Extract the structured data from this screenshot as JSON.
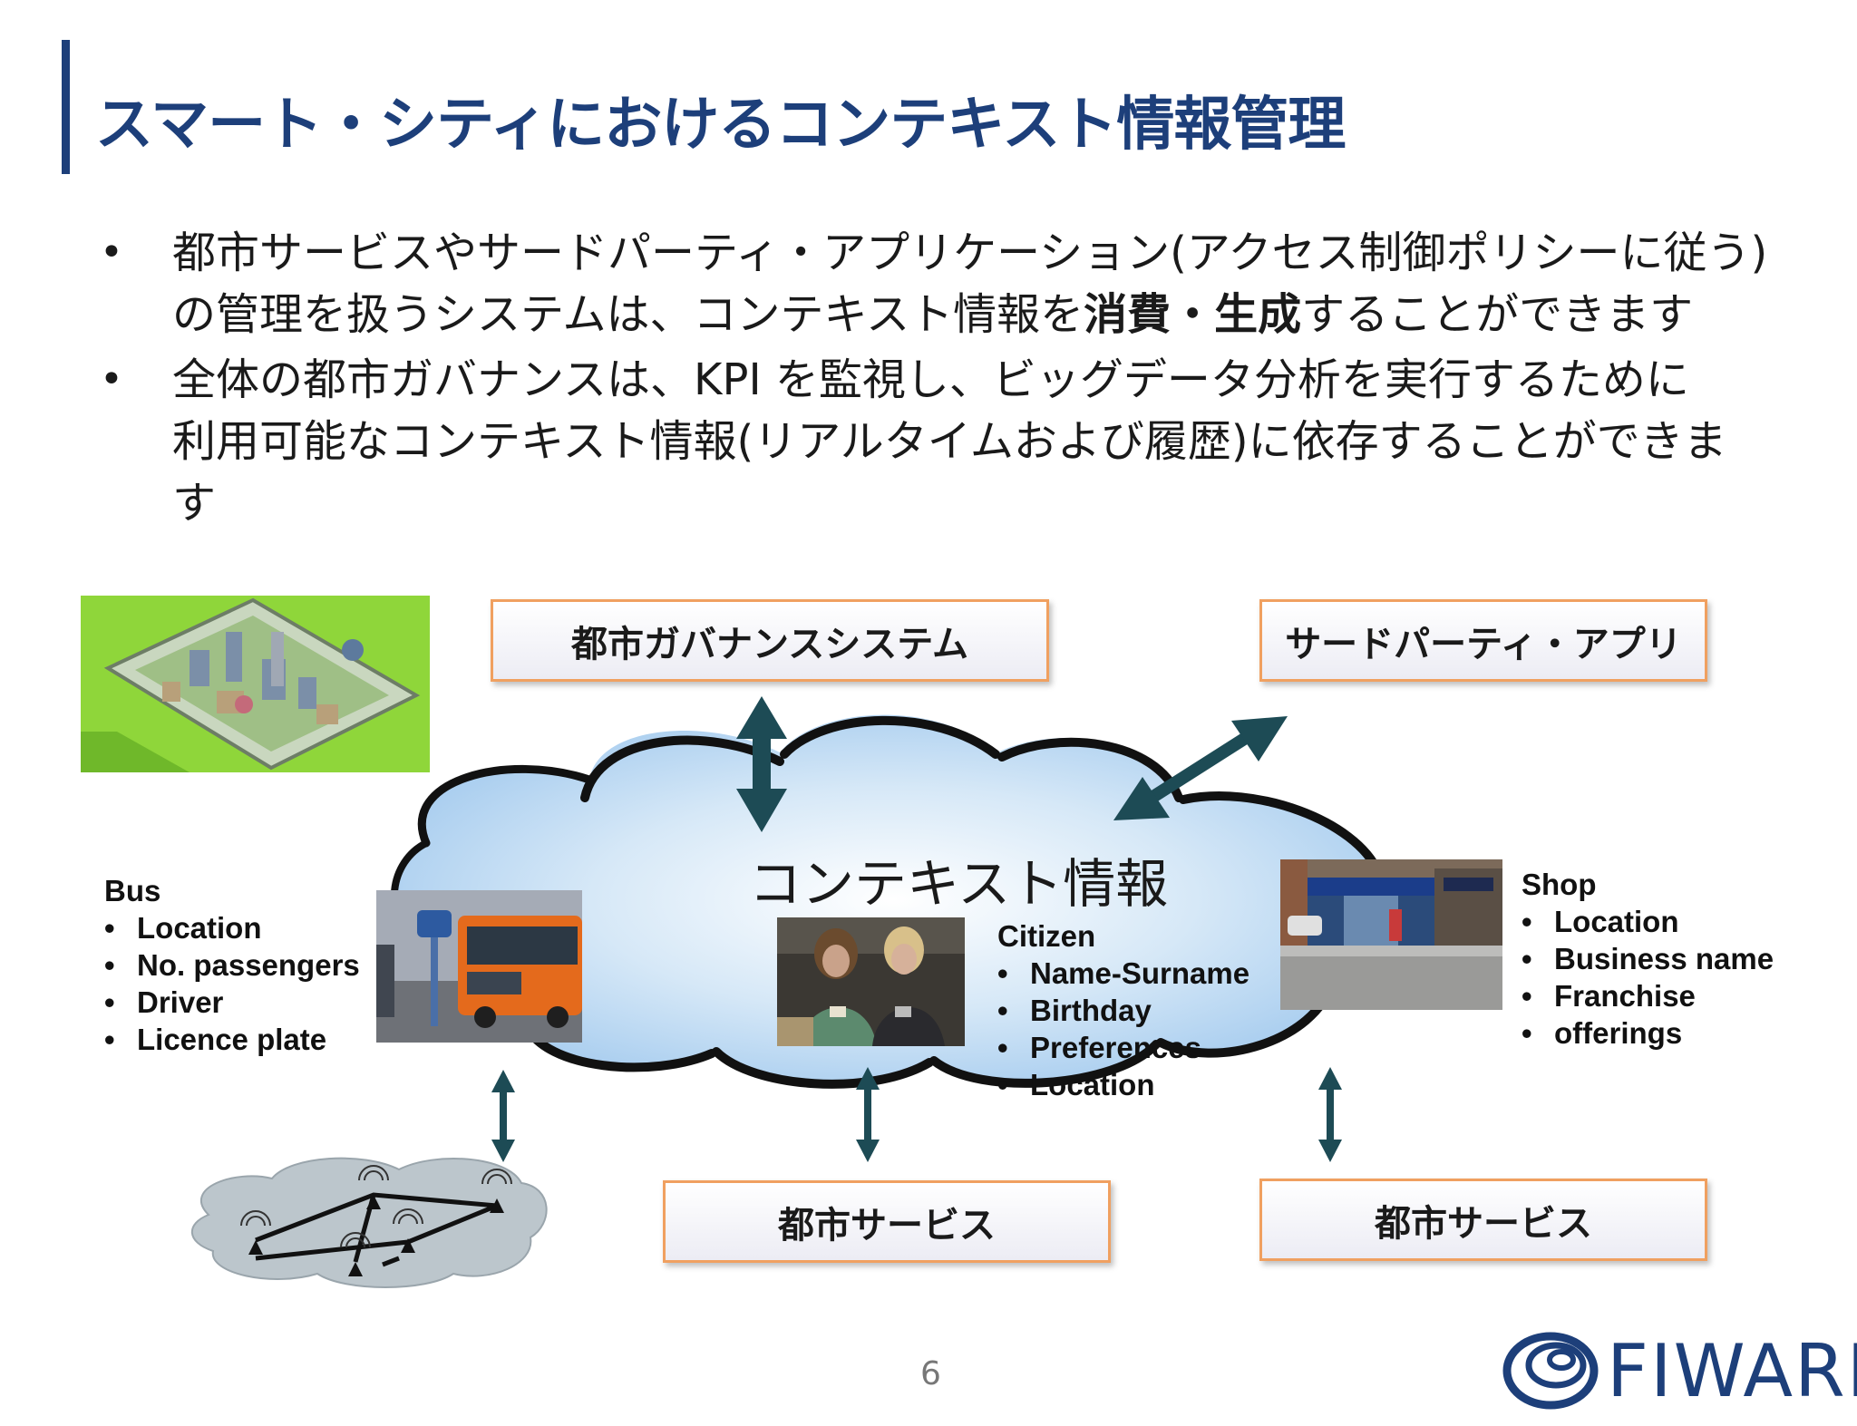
{
  "title": "スマート・シティにおけるコンテキスト情報管理",
  "bullets": [
    {
      "line1": "都市サービスやサードパーティ・アプリケーション(アクセス制御ポリシーに従う)",
      "line2_pre": "の管理を扱うシステムは、コンテキスト情報を",
      "line2_bold": "消費・生成",
      "line2_post": "することができます"
    },
    {
      "line1": "全体の都市ガバナンスは、KPI を監視し、ビッグデータ分析を実行するために",
      "line2": "利用可能なコンテキスト情報(リアルタイムおよび履歴)に依存することができま",
      "line3": "す"
    }
  ],
  "diagram": {
    "governance_box": "都市ガバナンスシステム",
    "third_party_box": "サードパーティ・アプリ",
    "city_service_box_1": "都市サービス",
    "city_service_box_2": "都市サービス",
    "cloud_label": "コンテキスト情報",
    "bus": {
      "heading": "Bus",
      "items": [
        "Location",
        "No. passengers",
        "Driver",
        "Licence plate"
      ]
    },
    "citizen": {
      "heading": "Citizen",
      "items": [
        "Name-Surname",
        "Birthday",
        "Preferences",
        "Location"
      ]
    },
    "shop": {
      "heading": "Shop",
      "items": [
        "Location",
        "Business name",
        "Franchise",
        "offerings"
      ]
    }
  },
  "page_number": "6",
  "logo": "FIWARE",
  "colors": {
    "title": "#1d3f7a",
    "arrow": "#1d4b55",
    "box_border": "#f0a060",
    "cloud_fill": "#c8dff3"
  }
}
